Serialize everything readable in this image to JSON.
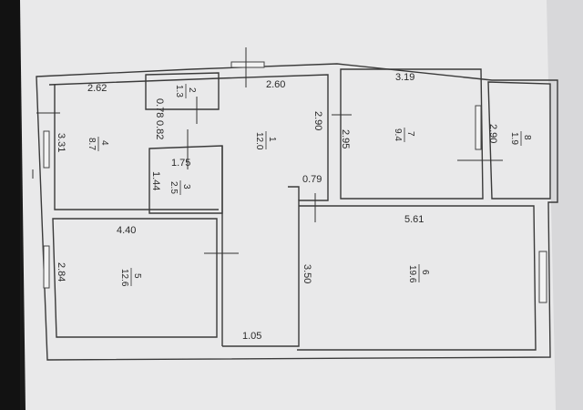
{
  "plan": {
    "dimensions": {
      "room4_width": "2.62",
      "hall_top_width": "2.60",
      "room7_width": "3.19",
      "room2_height": "0.78",
      "room2_bottom": "0.82",
      "room4_height": "3.31",
      "hall_side_a": "2.90",
      "hall_side_b": "2.95",
      "room8_height": "2.90",
      "room3_width": "1.75",
      "room3_height": "1.44",
      "gap": "0.79",
      "room5_width": "4.40",
      "room6_width": "5.61",
      "room5_height": "2.84",
      "room6_height": "3.50",
      "corridor_bottom": "1.05"
    },
    "rooms": [
      {
        "num": "1",
        "area": "12.0"
      },
      {
        "num": "2",
        "area": "1.3"
      },
      {
        "num": "3",
        "area": "2.5"
      },
      {
        "num": "4",
        "area": "8.7"
      },
      {
        "num": "5",
        "area": "12.6"
      },
      {
        "num": "6",
        "area": "19.6"
      },
      {
        "num": "7",
        "area": "9.4"
      },
      {
        "num": "8",
        "area": "1.9"
      }
    ]
  }
}
